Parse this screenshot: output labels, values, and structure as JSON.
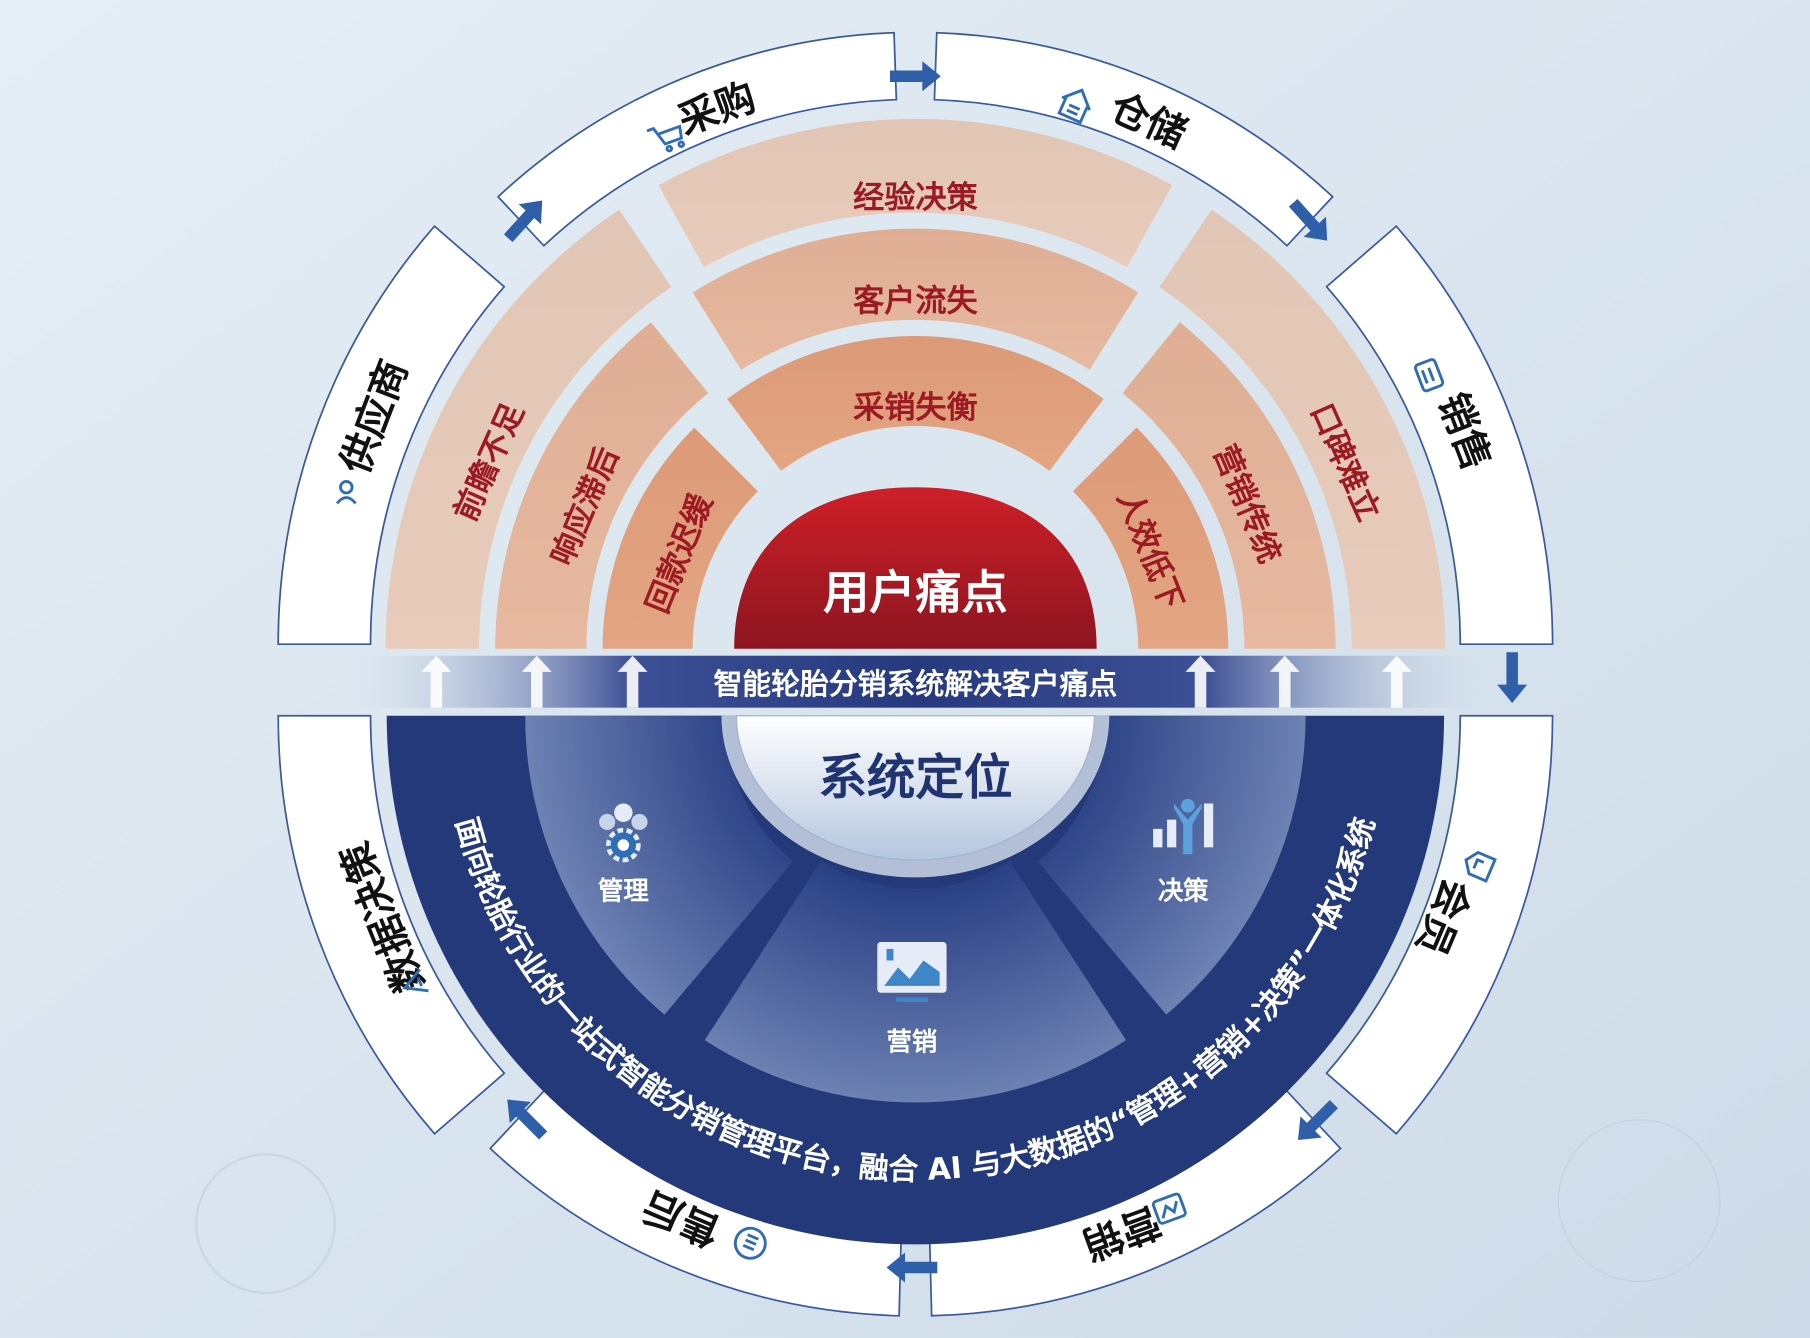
{
  "outer_ring": {
    "supplier": "供应商",
    "purchase": "采购",
    "warehouse": "仓储",
    "sales": "销售",
    "member": "会员",
    "marketing": "营销",
    "after_sales": "售后",
    "data_decision": "数据决策"
  },
  "pain_points": {
    "core": "用户痛点",
    "top": [
      "经验决策",
      "客户流失",
      "采销失衡"
    ],
    "left": [
      "前瞻不足",
      "响应滞后",
      "回款迟缓"
    ],
    "right": [
      "口碑难立",
      "营销传统",
      "人效低下"
    ]
  },
  "band": {
    "label": "智能轮胎分销系统解决客户痛点"
  },
  "positioning": {
    "title": "系统定位",
    "modules": [
      "管理",
      "营销",
      "决策"
    ],
    "arc_text": "面向轮胎行业的一站式智能分销管理平台，融合 AI 与大数据的“管理+营销+决策”一体化系统"
  },
  "colors": {
    "navy": "#23397a",
    "red": "#b71c25",
    "pain_text": "#9c1a22",
    "arrow": "#2f5fa8"
  }
}
